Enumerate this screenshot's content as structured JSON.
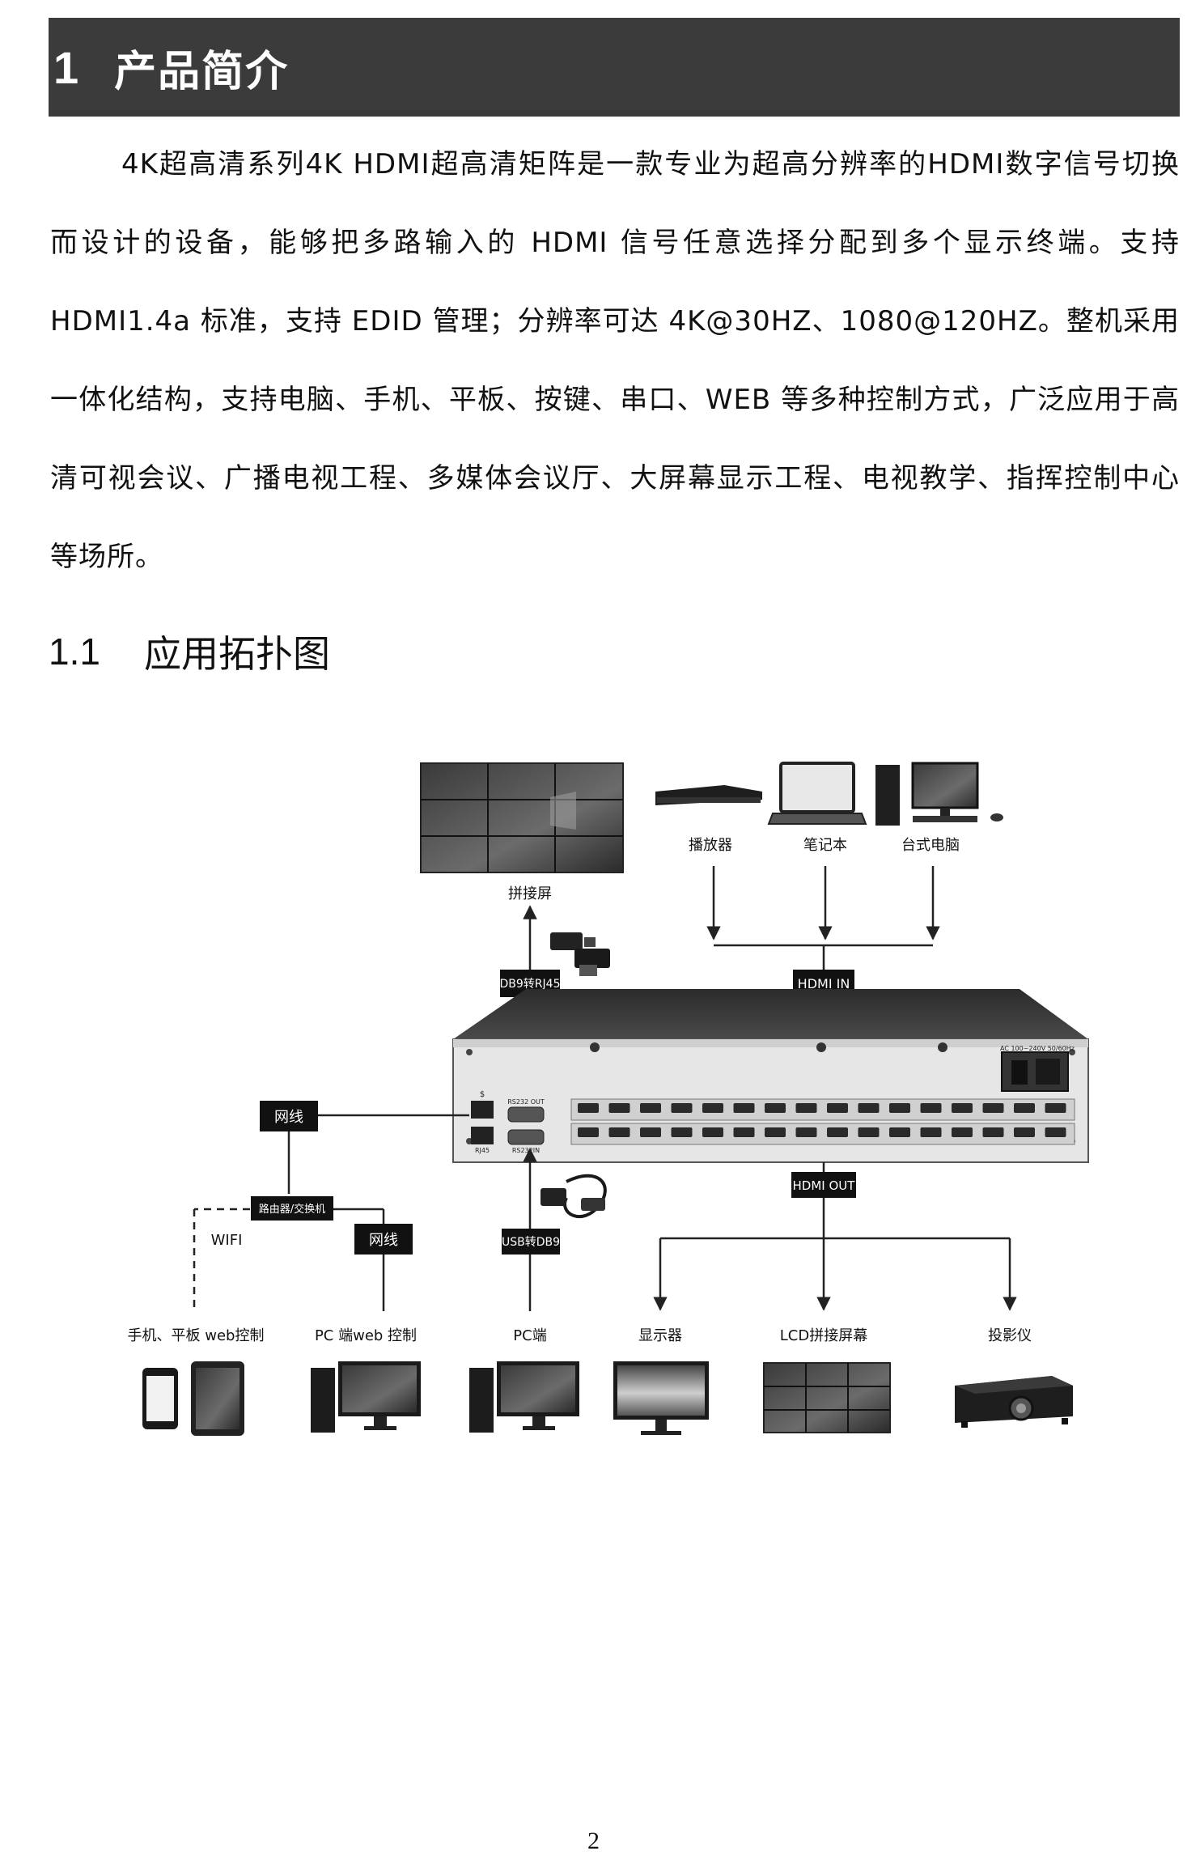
{
  "chapter": {
    "number": "1",
    "title": "产品简介"
  },
  "intro": {
    "paragraph": "4K超高清系列4K HDMI超高清矩阵是一款专业为超高分辨率的HDMI数字信号切换而设计的设备，能够把多路输入的 HDMI 信号任意选择分配到多个显示终端。支持 HDMI1.4a 标准，支持 EDID 管理；分辨率可达 4K@30HZ、1080@120HZ。整机采用一体化结构，支持电脑、手机、平板、按键、串口、WEB 等多种控制方式，广泛应用于高清可视会议、广播电视工程、多媒体会议厅、大屏幕显示工程、电视教学、指挥控制中心等场所。"
  },
  "section": {
    "number": "1.1",
    "title": "应用拓扑图"
  },
  "diagram": {
    "top_devices": {
      "video_wall": "拼接屏",
      "player": "播放器",
      "laptop": "笔记本",
      "desktop": "台式电脑"
    },
    "tags": {
      "hdmi_in": "HDMI IN",
      "hdmi_out": "HDMI OUT",
      "db9_rj45": "DB9转RJ45",
      "usb_db9": "USB转DB9",
      "network_a": "网线",
      "network_b": "网线",
      "router": "路由器/交换机"
    },
    "wifi": "WIFI",
    "device_panel": {
      "power_label": "AC 100~240V 50/60Hz",
      "rs232_out": "RS232 OUT",
      "rs232_in": "RS232IN",
      "lan": "RJ45"
    },
    "bottom_devices": {
      "mobile_web": "手机、平板 web控制",
      "pc_web": "PC 端web 控制",
      "pc": "PC端",
      "monitor": "显示器",
      "lcd_wall": "LCD拼接屏幕",
      "projector": "投影仪"
    }
  },
  "page": {
    "number": "2"
  },
  "colors": {
    "bar": "#3b3b3b",
    "tag_bg": "#111111",
    "line": "#222222"
  }
}
